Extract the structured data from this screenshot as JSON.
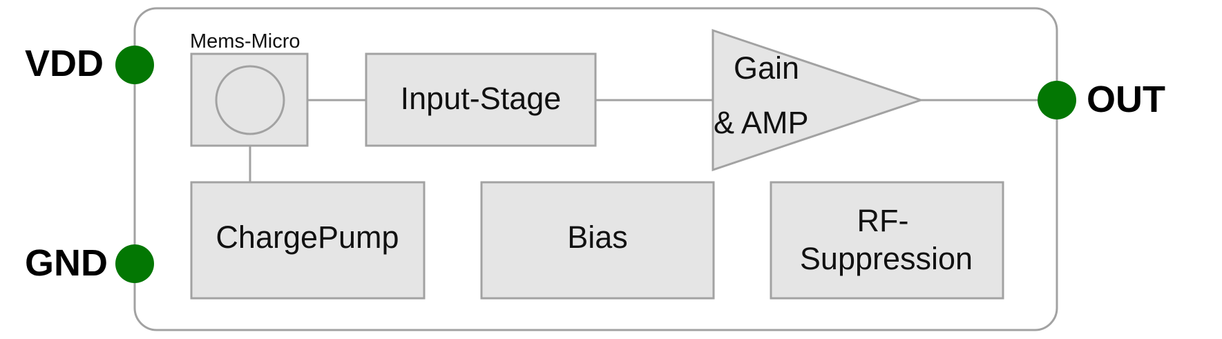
{
  "colors": {
    "pin": "#037703",
    "block_fill": "#e5e5e5",
    "block_stroke": "#a2a2a2",
    "chip_stroke": "#a2a2a2",
    "text": "#111111"
  },
  "pins": {
    "vdd": "VDD",
    "gnd": "GND",
    "out": "OUT"
  },
  "blocks": {
    "mems_micro": "Mems-Micro",
    "input_stage": "Input-Stage",
    "gain_amp_line1": "Gain",
    "gain_amp_line2": "& AMP",
    "charge_pump": "ChargePump",
    "bias": "Bias",
    "rf_suppression_line1": "RF-",
    "rf_suppression_line2": "Suppression"
  }
}
